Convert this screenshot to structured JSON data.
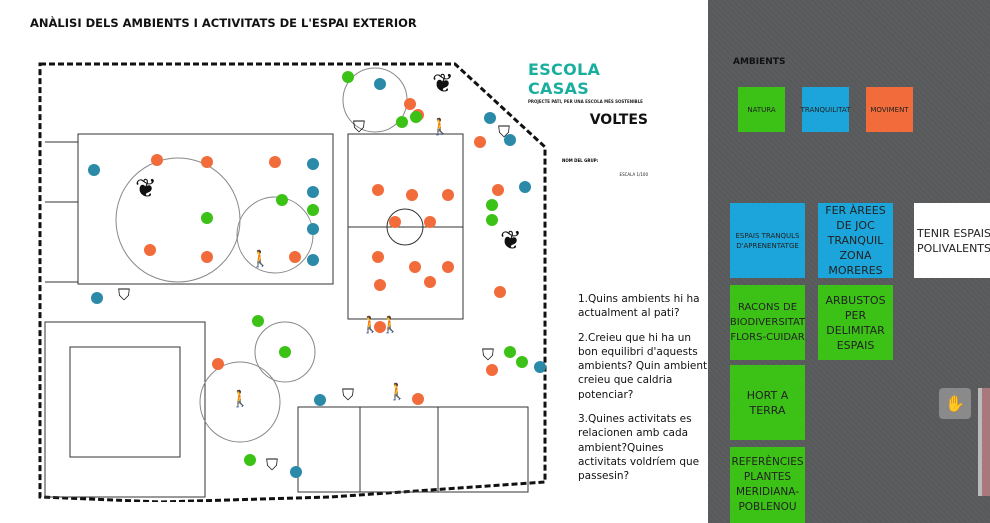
{
  "slide": {
    "title": "ANÀLISI DELS AMBIENTS I ACTIVITATS DE L'ESPAI EXTERIOR",
    "brand_name": "ESCOLA CASAS",
    "brand_subtitle": "PROJECTE PATI, PER UNA ESCOLA MÉS SOSTENIBLE",
    "partner": "VOLTES",
    "scale": "ESCALA 1/100",
    "group_label": "NOM DEL GRUP:",
    "questions": [
      "1.Quins ambients hi ha actualment al pati?",
      "2.Creieu que hi ha un bon equilibri d'aquests ambients? Quin ambient creieu que caldria potenciar?",
      "3.Quines activitats es relacionen amb cada ambient?Quines activitats voldríem que passesin?"
    ]
  },
  "colors": {
    "natura": "#3cc116",
    "tranquilitat": "#1ba5db",
    "moviment": "#f26b3a",
    "teal": "#2a8aa8",
    "green_dot": "#3cc116",
    "orange_dot": "#f26b3a"
  },
  "board": {
    "ambients_label": "AMBIENTS",
    "legend": [
      "NATURA",
      "TRANQUILITAT",
      "MOVIMENT"
    ],
    "notes": [
      "ESPAIS TRANQULS D'APRENENTATGE",
      "FER ÀREES DE JOC TRANQUIL ZONA MORERES",
      "TENIR ESPAIS POLIVALENTS",
      "RACONS DE BIODIVERSITAT FLORS-CUIDAR",
      "ARBUSTOS PER DELIMITAR ESPAIS",
      "HORT A TERRA",
      "REFERÈNCIES PLANTES MERIDIANA-POBLENOU"
    ],
    "hand_tool": "hand-icon"
  }
}
